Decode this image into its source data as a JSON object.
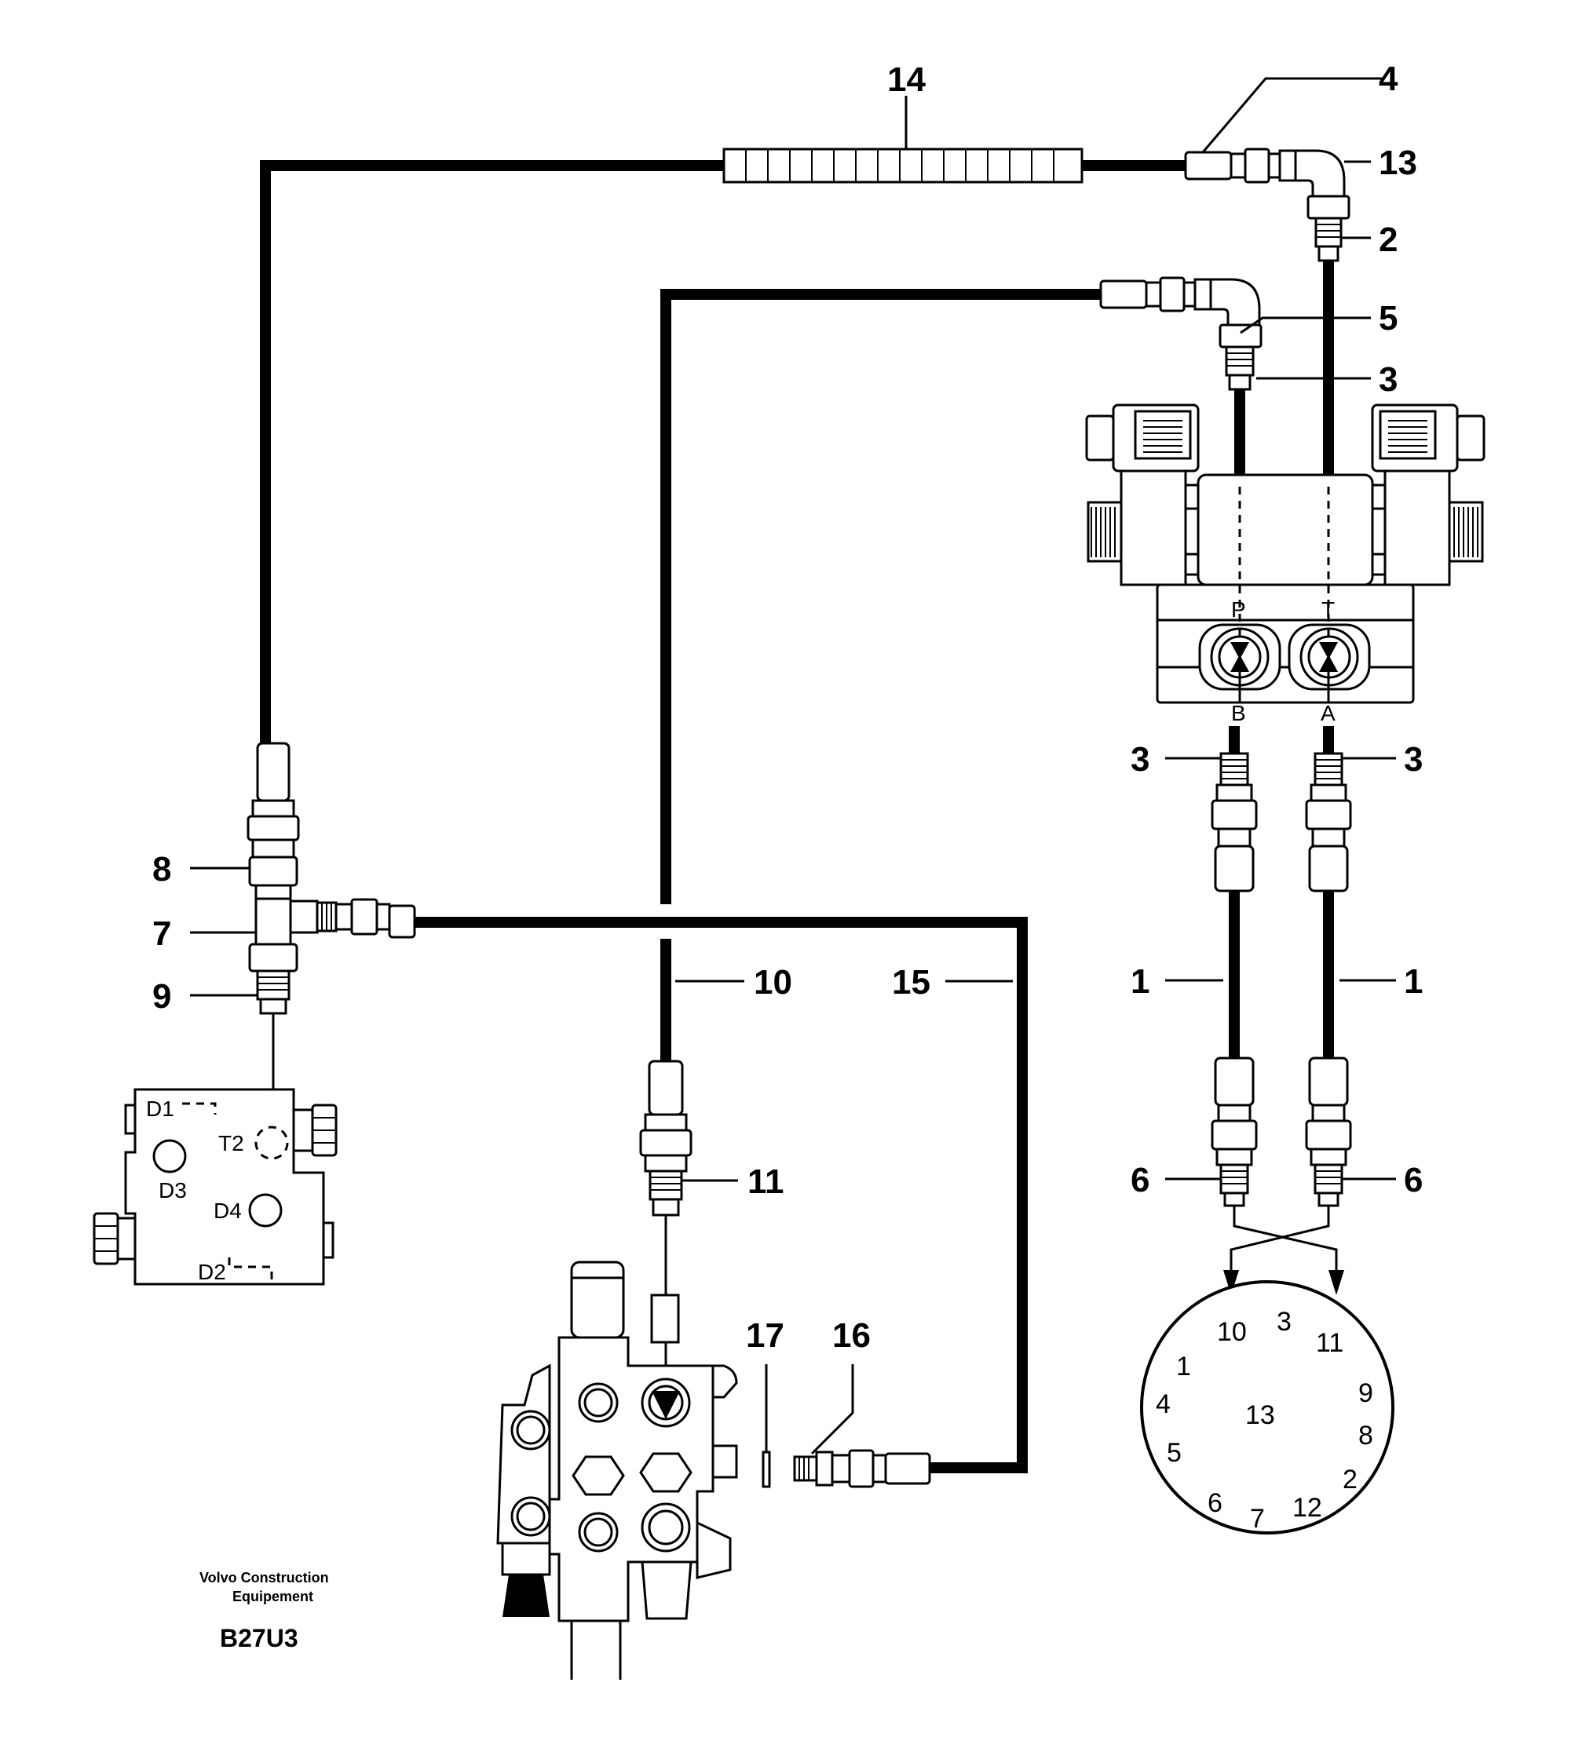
{
  "callouts": {
    "c14": "14",
    "c4": "4",
    "c13": "13",
    "c2": "2",
    "c5": "5",
    "c3_top": "3",
    "c3_left": "3",
    "c3_right": "3",
    "c1_left": "1",
    "c1_right": "1",
    "c6_left": "6",
    "c6_right": "6",
    "c8": "8",
    "c7": "7",
    "c9": "9",
    "c10": "10",
    "c15": "15",
    "c11": "11",
    "c17": "17",
    "c16": "16"
  },
  "valve_ports": {
    "p": "P",
    "t": "T",
    "b": "B",
    "a": "A"
  },
  "manifold_ports": {
    "d1": "D1",
    "d2": "D2",
    "d3": "D3",
    "d4": "D4",
    "t2": "T2"
  },
  "connector_pins": {
    "p10": "10",
    "p3": "3",
    "p11": "11",
    "p1": "1",
    "p9": "9",
    "p4": "4",
    "p13": "13",
    "p8": "8",
    "p5": "5",
    "p2": "2",
    "p6": "6",
    "p7": "7",
    "p12": "12"
  },
  "caption": {
    "line1": "Volvo Construction",
    "line2": "Equipement",
    "code": "B27U3"
  }
}
